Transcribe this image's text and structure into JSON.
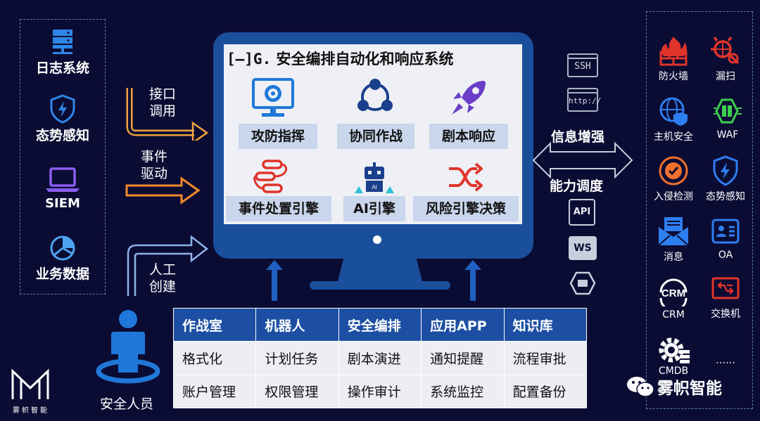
{
  "left_sources": [
    {
      "label": "日志系统",
      "icon": "server-icon"
    },
    {
      "label": "态势感知",
      "icon": "shield-icon"
    },
    {
      "label": "SIEM",
      "icon": "laptop-icon"
    },
    {
      "label": "业务数据",
      "icon": "pie-chart-icon"
    }
  ],
  "triggers": [
    {
      "line1": "接口",
      "line2": "调用"
    },
    {
      "line1": "事件",
      "line2": "驱动"
    },
    {
      "line1": "人工",
      "line2": "创建"
    }
  ],
  "monitor": {
    "logo_text": "[—]G.",
    "title": "安全编排自动化和响应系统",
    "functions": [
      {
        "label": "攻防指挥",
        "icon": "monitor-target-icon"
      },
      {
        "label": "协同作战",
        "icon": "network-icon"
      },
      {
        "label": "剧本响应",
        "icon": "rocket-icon"
      },
      {
        "label": "事件处置引擎",
        "icon": "workflow-icon"
      },
      {
        "label": "AI引擎",
        "icon": "robot-icon"
      },
      {
        "label": "风险引擎决策",
        "icon": "shuffle-icon"
      }
    ]
  },
  "protocol_icons": [
    {
      "label": "SSH",
      "icon": "ssh-icon"
    },
    {
      "label": "http://",
      "icon": "http-icon"
    },
    {
      "label": "API",
      "icon": "api-chip-icon"
    },
    {
      "label": "WS",
      "icon": "ws-icon"
    },
    {
      "label": "",
      "icon": "code-hexagon-icon"
    }
  ],
  "middle_labels": {
    "info": "信息增强",
    "ability": "能力调度"
  },
  "right_targets": [
    {
      "label": "防火墙",
      "icon": "firewall-icon"
    },
    {
      "label": "漏扫",
      "icon": "bug-scan-icon"
    },
    {
      "label": "主机安全",
      "icon": "globe-shield-icon"
    },
    {
      "label": "WAF",
      "icon": "waf-icon"
    },
    {
      "label": "入侵检测",
      "icon": "intrusion-icon"
    },
    {
      "label": "态势感知",
      "icon": "shield-bolt-icon"
    },
    {
      "label": "消息",
      "icon": "mail-icon"
    },
    {
      "label": "OA",
      "icon": "oa-icon"
    },
    {
      "label": "CRM",
      "icon": "crm-icon"
    },
    {
      "label": "交换机",
      "icon": "switch-icon"
    },
    {
      "label": "CMDB",
      "icon": "cmdb-gear-icon"
    },
    {
      "label": "……",
      "icon": ""
    }
  ],
  "grid": {
    "header": [
      "作战室",
      "机器人",
      "安全编排",
      "应用APP",
      "知识库"
    ],
    "rows": [
      [
        "格式化",
        "计划任务",
        "剧本演进",
        "通知提醒",
        "流程审批"
      ],
      [
        "账户管理",
        "权限管理",
        "操作审计",
        "系统监控",
        "配置备份"
      ]
    ]
  },
  "person_label": "安全人员",
  "brand": {
    "small_logo_text": "雾帜智能",
    "watermark": "雾帜智能"
  },
  "colors": {
    "background": "#0b0c33",
    "monitor": "#1a4f9c",
    "orange": "#f0913b",
    "light_blue": "#8fb3e8",
    "red_icon": "#e0342b",
    "blue_icon": "#2d7ff0"
  }
}
